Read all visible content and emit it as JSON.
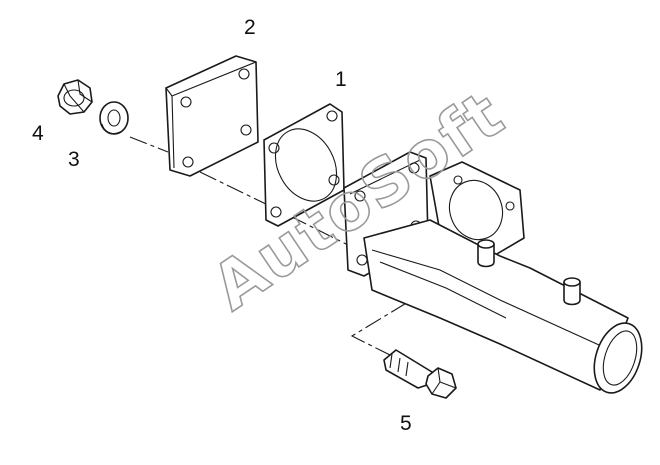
{
  "callouts": {
    "part_1": "1",
    "part_2": "2",
    "part_3": "3",
    "part_4": "4",
    "part_5": "5"
  },
  "watermark": {
    "text": "AutoSoft"
  },
  "colors": {
    "line": "#1a1a1a",
    "watermark": "#9a9a9a",
    "background": "#ffffff"
  }
}
